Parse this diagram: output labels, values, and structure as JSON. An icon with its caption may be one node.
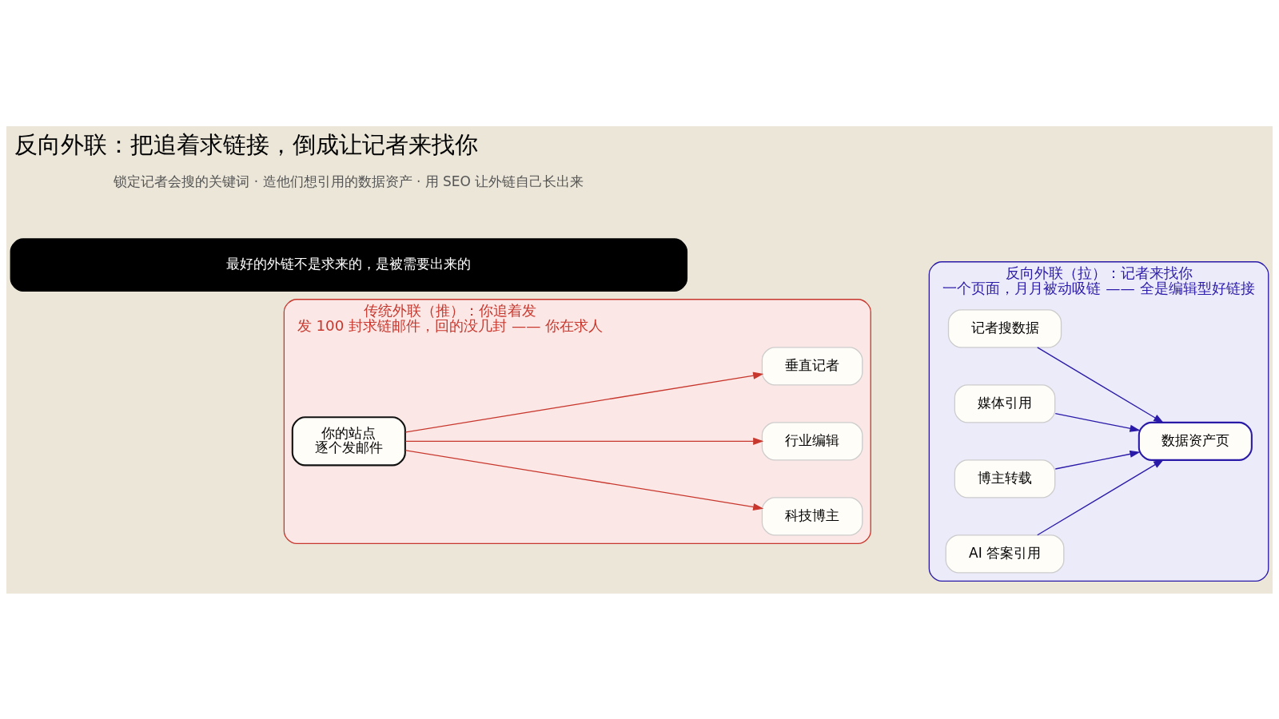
{
  "diagram": {
    "title": "反向外联：把追着求链接，倒成让记者来找你",
    "nodes": [
      {
        "text": [
          "传统外联（推）：你追着发",
          "发 100 封求链邮件，回的没几封 —— 你在求人"
        ]
      },
      {
        "text": [
          "你的站点",
          "逐个发邮件"
        ],
        "in": 0
      },
      {
        "text": [
          "科技博主"
        ],
        "in": 0
      },
      {
        "text": [
          "行业编辑"
        ],
        "in": 0
      },
      {
        "text": [
          "垂直记者"
        ],
        "in": 0
      },
      {
        "text": [
          "反向外联（拉）：记者来找你",
          "一个页面，月月被动吸链 —— 全是编辑型好链接"
        ]
      },
      {
        "text": [
          "记者搜数据"
        ],
        "in": 5
      },
      {
        "text": [
          "媒体引用"
        ],
        "in": 5
      },
      {
        "text": [
          "数据资产页"
        ],
        "in": 5
      },
      {
        "text": [
          "博主转载"
        ],
        "in": 5
      },
      {
        "text": [
          "AI 答案引用"
        ],
        "in": 5
      },
      {
        "text": [
          "最好的外链不是求来的，是被需要出来的"
        ]
      }
    ],
    "edges": [
      {
        "from": 1,
        "to": 2,
        "arrow": "to",
        "color": "#c8372d"
      },
      {
        "from": 1,
        "to": 3,
        "arrow": "to",
        "color": "#c8372d"
      },
      {
        "from": 1,
        "to": 4,
        "arrow": "to",
        "color": "#c8372d"
      },
      {
        "from": 6,
        "to": 8,
        "arrow": "to",
        "color": "#2a1aa8"
      },
      {
        "from": 7,
        "to": 8,
        "arrow": "to",
        "color": "#2a1aa8"
      },
      {
        "from": 9,
        "to": 8,
        "arrow": "to",
        "color": "#2a1aa8"
      },
      {
        "from": 10,
        "to": 8,
        "arrow": "to",
        "color": "#2a1aa8"
      }
    ],
    "labels": [
      "锁定记者会搜的关键词 · 造他们想引用的数据资产 · 用 SEO 让外链自己长出来"
    ]
  }
}
